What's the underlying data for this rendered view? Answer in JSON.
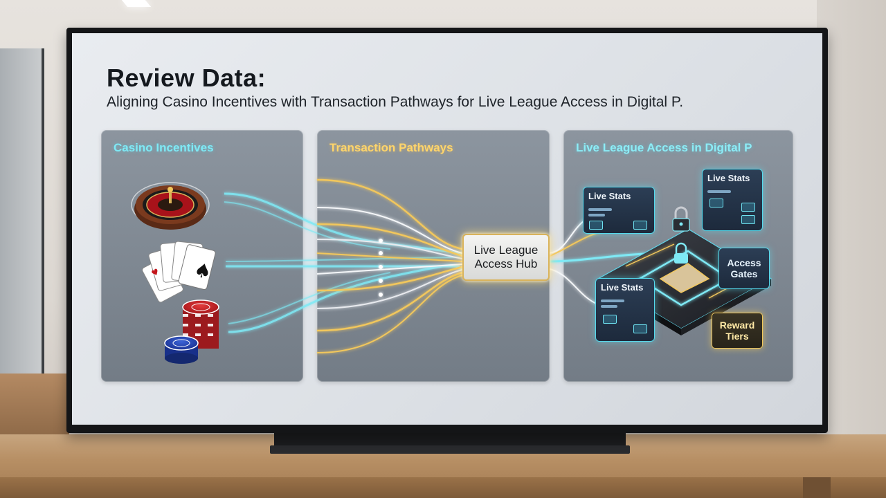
{
  "header": {
    "title": "Review Data:",
    "subtitle": "Aligning Casino Incentives with Transaction Pathways for Live League Access in Digital P."
  },
  "panels": [
    {
      "heading": "Casino Incentives"
    },
    {
      "heading": "Transaction Pathways"
    },
    {
      "heading": "Live League Access in Digital P"
    }
  ],
  "hub": {
    "line1": "Live League",
    "line2": "Access Hub"
  },
  "cards": {
    "live_stats_1": "Live Stats",
    "live_stats_2": "Live Stats",
    "live_stats_3": "Live Stats",
    "access_gates": "Access Gates",
    "reward_tiers": "Reward Tiers"
  },
  "icons": {
    "roulette": "roulette-wheel-icon",
    "cards": "playing-cards-icon",
    "chips": "casino-chips-icon",
    "lock": "padlock-icon"
  },
  "colors": {
    "cyan_stream": "#7fe9f5",
    "gold_stream": "#f2c75c",
    "white_stream": "#f4f6f8",
    "panel_bg": "#80899380"
  }
}
